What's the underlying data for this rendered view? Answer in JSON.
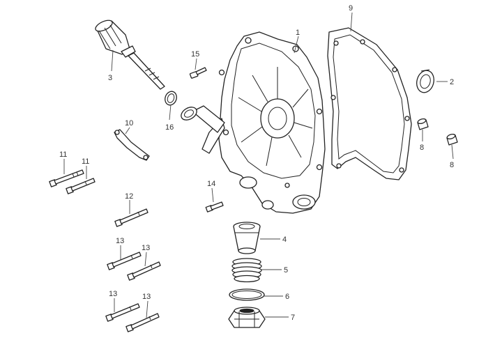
{
  "diagram": {
    "type": "exploded-parts-diagram",
    "line_color": "#222222",
    "background": "#ffffff"
  },
  "callouts": [
    {
      "id": "c1",
      "label": "1"
    },
    {
      "id": "c2",
      "label": "2"
    },
    {
      "id": "c3",
      "label": "3"
    },
    {
      "id": "c4",
      "label": "4"
    },
    {
      "id": "c5",
      "label": "5"
    },
    {
      "id": "c6",
      "label": "6"
    },
    {
      "id": "c7",
      "label": "7"
    },
    {
      "id": "c8a",
      "label": "8"
    },
    {
      "id": "c8b",
      "label": "8"
    },
    {
      "id": "c9",
      "label": "9"
    },
    {
      "id": "c10",
      "label": "10"
    },
    {
      "id": "c11a",
      "label": "11"
    },
    {
      "id": "c11b",
      "label": "11"
    },
    {
      "id": "c12",
      "label": "12"
    },
    {
      "id": "c13a",
      "label": "13"
    },
    {
      "id": "c13b",
      "label": "13"
    },
    {
      "id": "c13c",
      "label": "13"
    },
    {
      "id": "c13d",
      "label": "13"
    },
    {
      "id": "c14",
      "label": "14"
    },
    {
      "id": "c15",
      "label": "15"
    },
    {
      "id": "c16",
      "label": "16"
    }
  ]
}
